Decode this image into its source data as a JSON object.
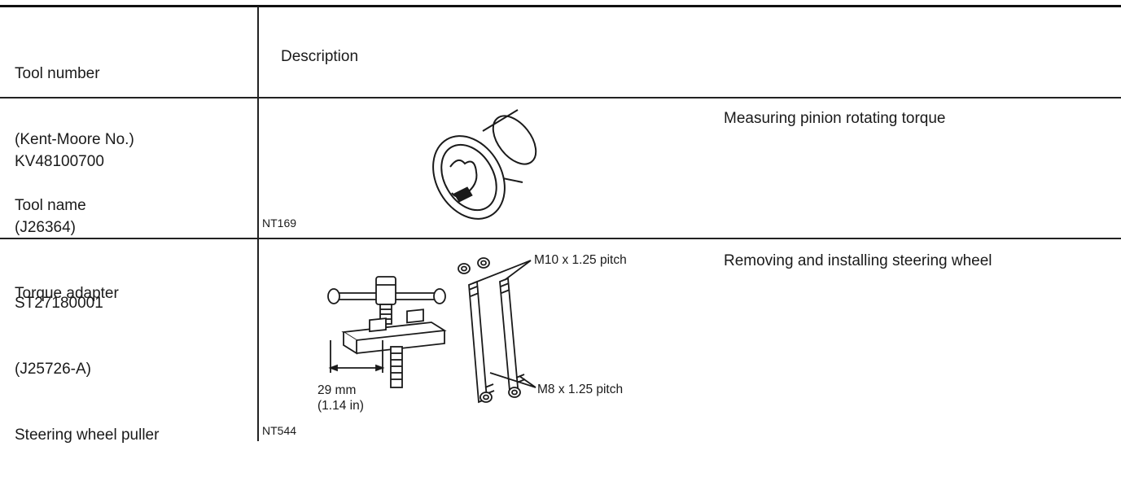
{
  "table": {
    "header": {
      "tool_col": [
        "Tool number",
        "(Kent-Moore No.)",
        "Tool name"
      ],
      "description_col": "Description"
    },
    "rows": [
      {
        "tool_number": "KV48100700",
        "kent_moore_no": "(J26364)",
        "tool_name": "Torque adapter",
        "figure_code": "NT169",
        "description": "Measuring pinion rotating torque",
        "figure_icon": "torque-adapter-illustration"
      },
      {
        "tool_number": "ST27180001",
        "kent_moore_no": "(J25726-A)",
        "tool_name": "Steering wheel puller",
        "figure_code": "NT544",
        "description": "Removing and installing steering wheel",
        "figure_icon": "steering-wheel-puller-illustration",
        "callouts": {
          "bolt_top": "M10 x 1.25 pitch",
          "bolt_bottom": "M8 x 1.25 pitch",
          "width_mm": "29 mm",
          "width_in": "(1.14 in)"
        }
      }
    ]
  }
}
